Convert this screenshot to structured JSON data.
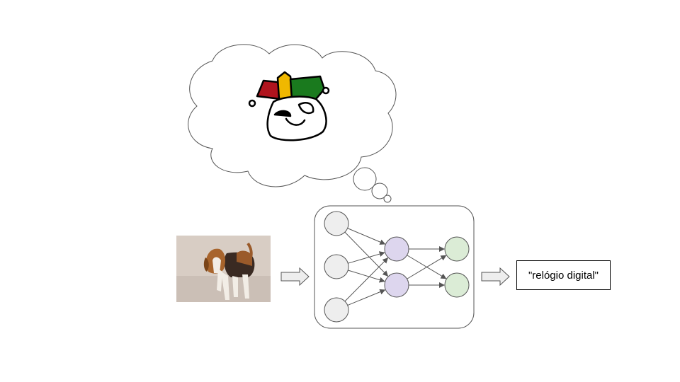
{
  "output": {
    "text": "\"relógio digital\""
  },
  "icons": {
    "thought": "thought-cloud-icon",
    "jester": "jester-hat-icon",
    "dog": "beagle-photo",
    "arrow": "right-arrow-icon"
  },
  "colors": {
    "input_node": "#eeeeee",
    "hidden_node": "#ddd6ee",
    "output_node": "#dbecd6",
    "hat_red": "#b0141e",
    "hat_yellow": "#f0b800",
    "hat_green": "#1a7a1e"
  },
  "network": {
    "layers": [
      3,
      2,
      2
    ]
  }
}
